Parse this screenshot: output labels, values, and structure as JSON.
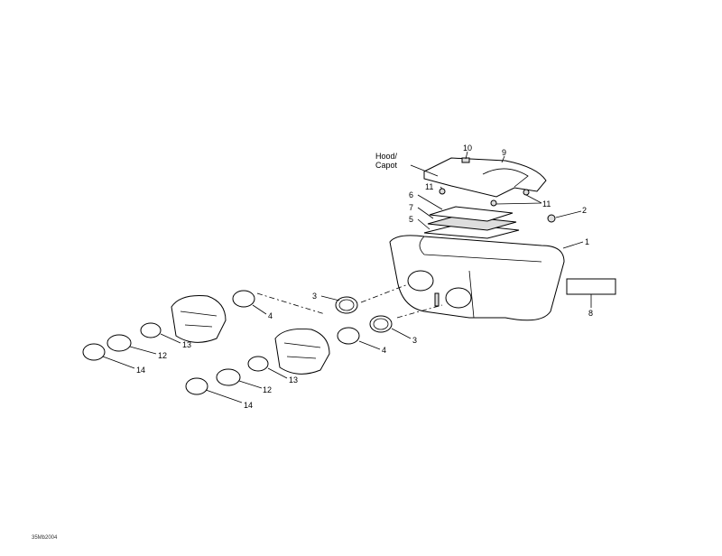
{
  "diagram": {
    "callouts": [
      {
        "id": "c10",
        "text": "10"
      },
      {
        "id": "c9",
        "text": "9"
      },
      {
        "id": "hood1",
        "text": "Hood/"
      },
      {
        "id": "hood2",
        "text": "Capot"
      },
      {
        "id": "c11a",
        "text": "11"
      },
      {
        "id": "c11b",
        "text": "11"
      },
      {
        "id": "c6",
        "text": "6"
      },
      {
        "id": "c7",
        "text": "7"
      },
      {
        "id": "c5",
        "text": "5"
      },
      {
        "id": "c2",
        "text": "2"
      },
      {
        "id": "c1",
        "text": "1"
      },
      {
        "id": "c8",
        "text": "8"
      },
      {
        "id": "c3a",
        "text": "3"
      },
      {
        "id": "c4a",
        "text": "4"
      },
      {
        "id": "c3b",
        "text": "3"
      },
      {
        "id": "c4b",
        "text": "4"
      },
      {
        "id": "c13a",
        "text": "13"
      },
      {
        "id": "c12a",
        "text": "12"
      },
      {
        "id": "c14a",
        "text": "14"
      },
      {
        "id": "c13b",
        "text": "13"
      },
      {
        "id": "c12b",
        "text": "12"
      },
      {
        "id": "c14b",
        "text": "14"
      }
    ],
    "drawing_code": "35Mb2004"
  }
}
